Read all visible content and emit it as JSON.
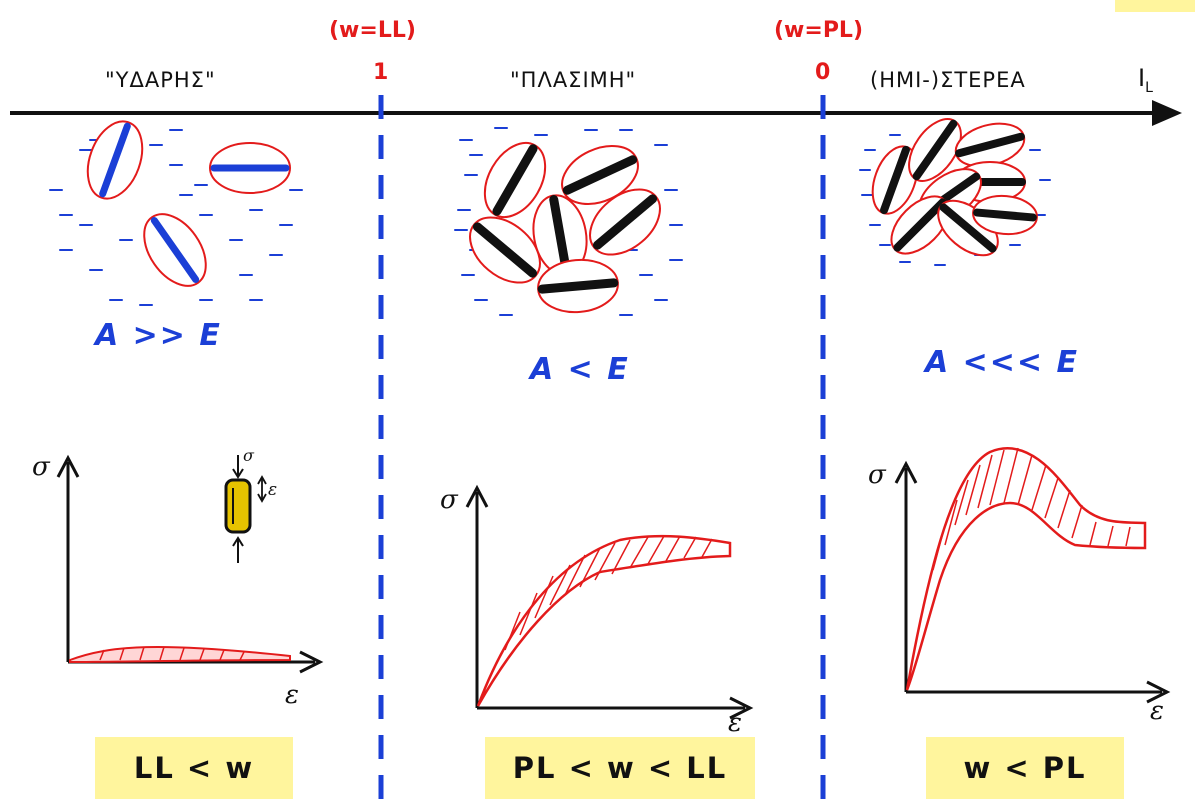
{
  "limits": [
    {
      "condition": "(w=LL)",
      "index": "1"
    },
    {
      "condition": "(w=PL)",
      "index": "0"
    }
  ],
  "axis": {
    "symbol": "I",
    "subscript": "L"
  },
  "states": [
    "\"ΥΔΑΡΗΣ\"",
    "\"ΠΛΑΣΙΜΗ\"",
    "(ΗΜΙ-)ΣΤΕΡΕΑ"
  ],
  "ratios": [
    "A >> E",
    "A < E",
    "A <<< E"
  ],
  "graphs": [
    {
      "y": "σ",
      "x": "ε",
      "specimen_top": "σ",
      "specimen_side": "ε"
    },
    {
      "y": "σ",
      "x": "ε"
    },
    {
      "y": "σ",
      "x": "ε"
    }
  ],
  "ranges": [
    "LL < w",
    "PL < w < LL",
    "w < PL"
  ],
  "colors": {
    "limit_line": "#1b3fd6",
    "curve": "#e31b1b",
    "particle": "#e31b1b",
    "highlight": "#fff59d"
  }
}
